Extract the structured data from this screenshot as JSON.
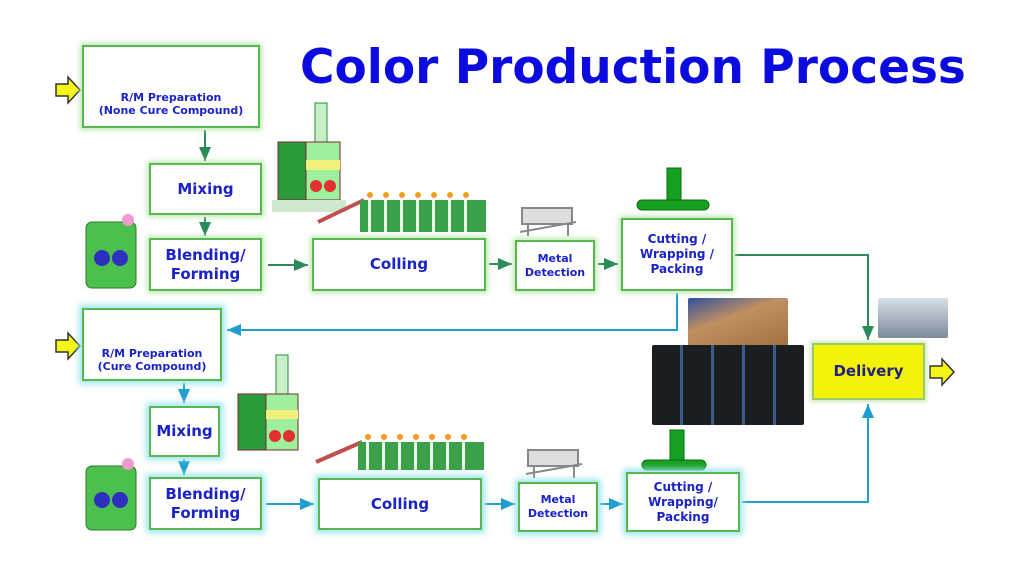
{
  "title": "Color Production Process",
  "line1": {
    "rm_prep": {
      "line1": "R/M Preparation",
      "line2": "(None Cure Compound)"
    },
    "mixing": "Mixing",
    "blending": {
      "line1": "Blending/",
      "line2": "Forming"
    },
    "colling": "Colling",
    "metal": {
      "line1": "Metal",
      "line2": "Detection"
    },
    "cutting": {
      "line1": "Cutting /",
      "line2": "Wrapping /",
      "line3": "Packing"
    }
  },
  "line2": {
    "rm_prep": {
      "line1": "R/M Preparation",
      "line2": "(Cure Compound)"
    },
    "mixing": "Mixing",
    "blending": {
      "line1": "Blending/",
      "line2": "Forming"
    },
    "colling": "Colling",
    "metal": {
      "line1": "Metal",
      "line2": "Detection"
    },
    "cutting": {
      "line1": "Cutting /",
      "line2": "Wrapping/",
      "line3": "Packing"
    }
  },
  "delivery": "Delivery",
  "colors": {
    "title": "#0b0be0",
    "line1_connector": "#2a8a5a",
    "line2_connector": "#1f9fd0",
    "delivery_fill": "#f3f309",
    "input_arrow": "#f5f51a"
  }
}
